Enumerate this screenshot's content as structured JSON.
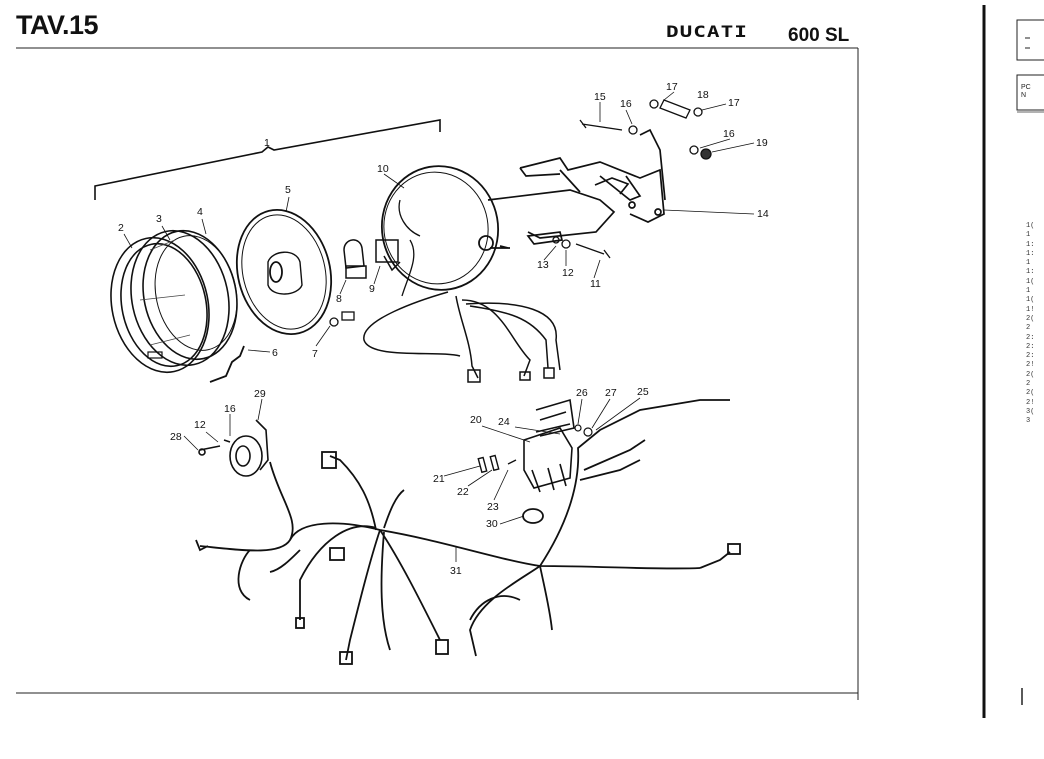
{
  "header": {
    "table_label": "TAV.15",
    "brand": "DUCATI",
    "model": "600 SL"
  },
  "part_labels": [
    "1",
    "2",
    "3",
    "4",
    "5",
    "6",
    "7",
    "8",
    "9",
    "10",
    "11",
    "12",
    "13",
    "14",
    "15",
    "16",
    "17",
    "17",
    "18",
    "16",
    "19",
    "12",
    "16",
    "28",
    "29",
    "20",
    "21",
    "22",
    "23",
    "24",
    "25",
    "26",
    "27",
    "30",
    "31"
  ],
  "next_page": {
    "header_fragment": "PC\nN",
    "row_numbers": [
      "1(",
      "1",
      "1:",
      "1:",
      "1",
      "1:",
      "1(",
      "1",
      "1(",
      "1!",
      "2(",
      "2",
      "2:",
      "2:",
      "2:",
      "2!",
      "2(",
      "2",
      "2(",
      "2!",
      "3(",
      "3"
    ]
  }
}
